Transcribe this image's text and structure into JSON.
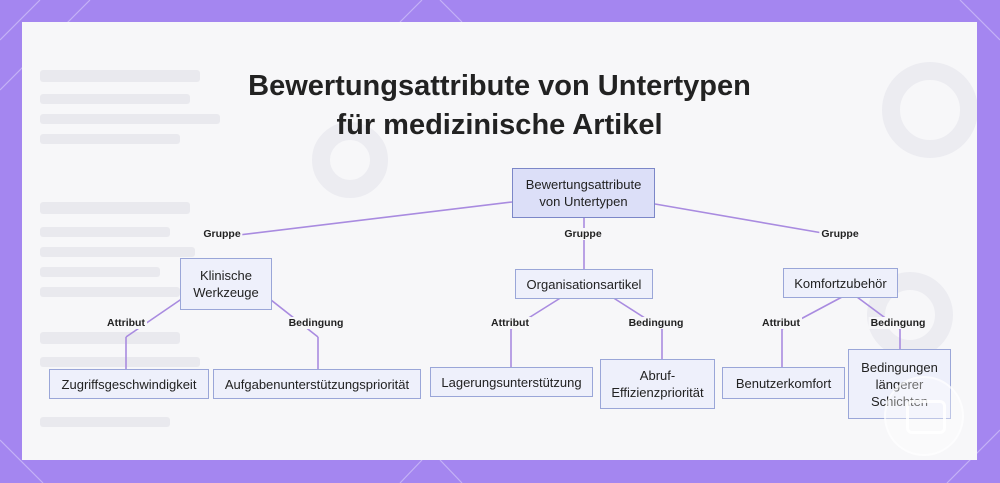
{
  "title": {
    "line1": "Bewertungsattribute von Untertypen",
    "line2": "für medizinische Artikel"
  },
  "diagram": {
    "root": "Bewertungsattribute\nvon Untertypen",
    "groups": [
      {
        "label": "Klinische\nWerkzeuge",
        "edge": "Gruppe",
        "attribute": {
          "edge": "Attribut",
          "label": "Zugriffsgeschwindigkeit"
        },
        "condition": {
          "edge": "Bedingung",
          "label": "Aufgabenunterstützungspriorität"
        }
      },
      {
        "label": "Organisationsartikel",
        "edge": "Gruppe",
        "attribute": {
          "edge": "Attribut",
          "label": "Lagerungsunterstützung"
        },
        "condition": {
          "edge": "Bedingung",
          "label": "Abruf-\nEffizienzpriorität"
        }
      },
      {
        "label": "Komfortzubehör",
        "edge": "Gruppe",
        "attribute": {
          "edge": "Attribut",
          "label": "Benutzerkomfort"
        },
        "condition": {
          "edge": "Bedingung",
          "label": "Bedingungen\nlängerer\nSchichten"
        }
      }
    ]
  },
  "colors": {
    "background": "#a486f0",
    "connector": "#a98be0",
    "node_fill": "#eef0fb",
    "node_border": "#9aa6d8",
    "root_fill": "#dcdff8"
  },
  "icons": [
    "camera-watermark-icon"
  ]
}
